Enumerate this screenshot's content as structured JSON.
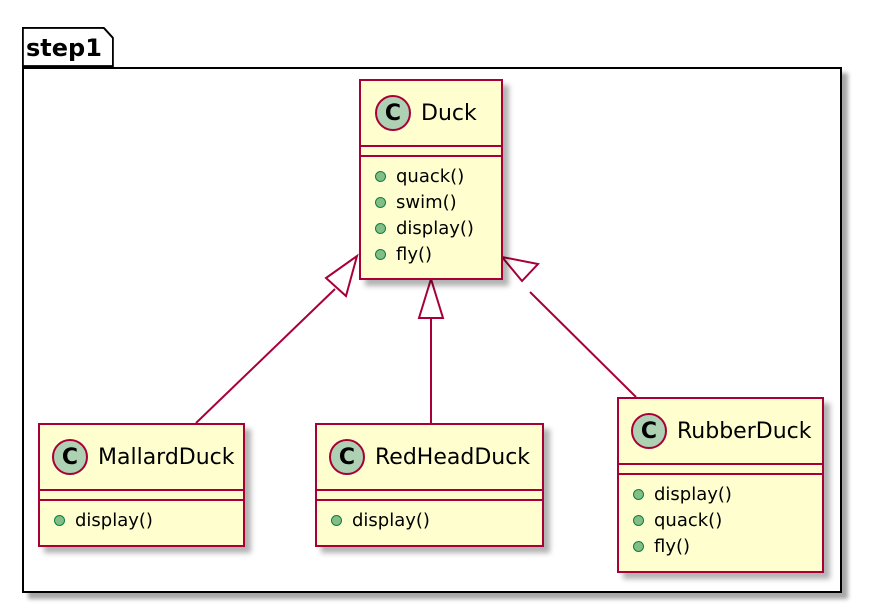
{
  "package": {
    "name": "step1"
  },
  "classes": {
    "duck": {
      "stereotype": "C",
      "name": "Duck",
      "methods": [
        "quack()",
        "swim()",
        "display()",
        "fly()"
      ]
    },
    "mallard": {
      "stereotype": "C",
      "name": "MallardDuck",
      "methods": [
        "display()"
      ]
    },
    "redhead": {
      "stereotype": "C",
      "name": "RedHeadDuck",
      "methods": [
        "display()"
      ]
    },
    "rubber": {
      "stereotype": "C",
      "name": "RubberDuck",
      "methods": [
        "display()",
        "quack()",
        "fly()"
      ]
    }
  },
  "colors": {
    "class_fill": "#fefece",
    "class_border": "#a80036",
    "circle_fill": "#add1b2",
    "method_dot": "#84be84"
  }
}
